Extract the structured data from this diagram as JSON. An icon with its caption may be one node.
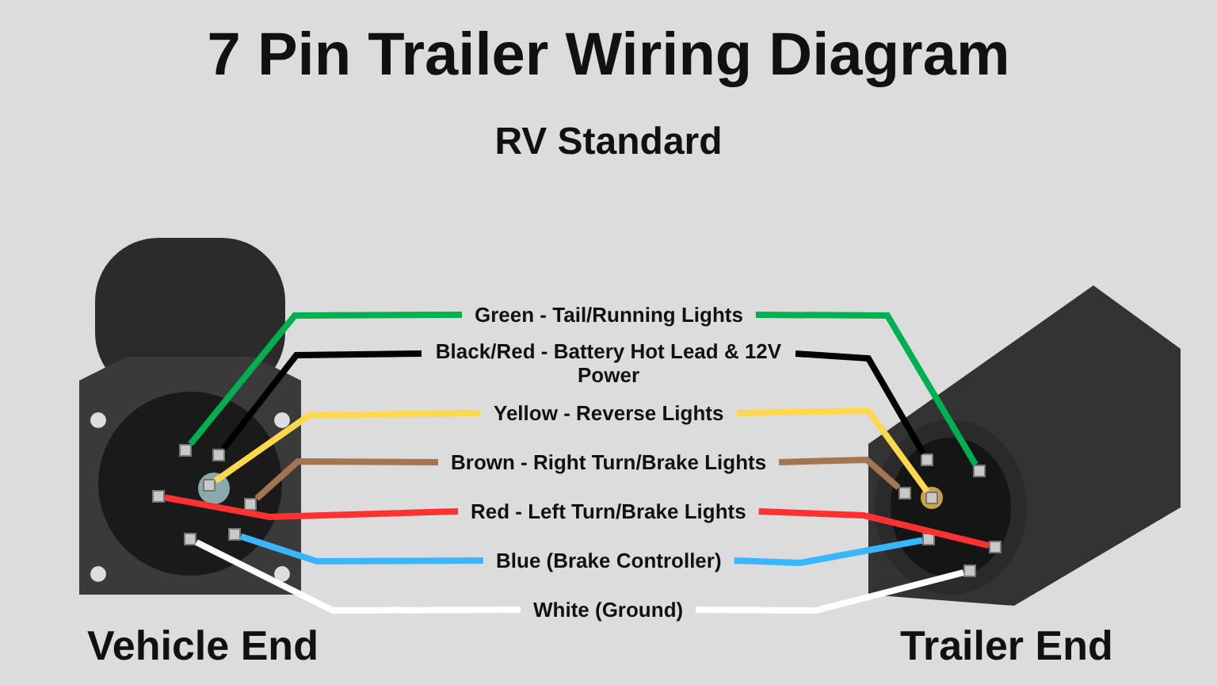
{
  "diagram": {
    "title": "7 Pin Trailer Wiring Diagram",
    "nodes": [
      {
        "text": [],
        "shape": "picture",
        "beside": [
          "Vehicle End"
        ]
      },
      {
        "text": [],
        "shape": "bar",
        "in": 0
      },
      {
        "text": [],
        "shape": "bar",
        "in": 0
      },
      {
        "text": [],
        "shape": "bar",
        "in": 0
      },
      {
        "text": [],
        "shape": "bar",
        "in": 0
      },
      {
        "text": [],
        "shape": "bar",
        "in": 0
      },
      {
        "text": [],
        "shape": "bar",
        "in": 0
      },
      {
        "text": [],
        "shape": "bar",
        "in": 0
      },
      {
        "text": [],
        "shape": "picture",
        "beside": [
          "Trailer End"
        ]
      },
      {
        "text": [],
        "shape": "bar",
        "in": 8
      },
      {
        "text": [],
        "shape": "bar",
        "in": 8
      },
      {
        "text": [],
        "shape": "bar",
        "in": 8
      },
      {
        "text": [],
        "shape": "bar",
        "in": 8
      },
      {
        "text": [],
        "shape": "bar",
        "in": 8
      },
      {
        "text": [],
        "shape": "bar",
        "in": 8
      },
      {
        "text": [],
        "shape": "bar",
        "in": 8
      },
      {
        "text": [
          "Green - Tail/Running Lights"
        ]
      },
      {
        "text": [
          "Black/Red - Battery Hot Lead & 12V Power"
        ]
      },
      {
        "text": [
          "Yellow - Reverse Lights"
        ]
      },
      {
        "text": [
          "Brown - Right Turn/Brake Lights"
        ]
      },
      {
        "text": [
          "Red - Left Turn/Brake Lights"
        ]
      },
      {
        "text": [
          "Blue (Brake Controller)"
        ]
      },
      {
        "text": [
          "White (Ground)"
        ]
      }
    ],
    "edges": [
      {
        "from": 16,
        "to": 1,
        "arrow": "none",
        "color": "#00b050"
      },
      {
        "from": 16,
        "to": 10,
        "arrow": "none",
        "color": "#00b050"
      },
      {
        "from": 17,
        "to": 2,
        "arrow": "none",
        "color": "#000000"
      },
      {
        "from": 17,
        "to": 9,
        "arrow": "none",
        "color": "#000000"
      },
      {
        "from": 18,
        "to": 3,
        "arrow": "none",
        "color": "#ffd84d"
      },
      {
        "from": 18,
        "to": 12,
        "arrow": "none",
        "color": "#ffd84d"
      },
      {
        "from": 19,
        "to": 4,
        "arrow": "none",
        "color": "#a47551"
      },
      {
        "from": 19,
        "to": 11,
        "arrow": "none",
        "color": "#a47551"
      },
      {
        "from": 20,
        "to": 5,
        "arrow": "none",
        "color": "#ff3131"
      },
      {
        "from": 20,
        "to": 13,
        "arrow": "none",
        "color": "#ff3131"
      },
      {
        "from": 21,
        "to": 6,
        "arrow": "none",
        "color": "#38b6ff"
      },
      {
        "from": 21,
        "to": 14,
        "arrow": "none",
        "color": "#38b6ff"
      },
      {
        "from": 22,
        "to": 7,
        "arrow": "none",
        "color": "#ffffff"
      },
      {
        "from": 22,
        "to": 15,
        "arrow": "none",
        "color": "#ffffff"
      }
    ],
    "labels": [
      "RV Standard"
    ]
  }
}
